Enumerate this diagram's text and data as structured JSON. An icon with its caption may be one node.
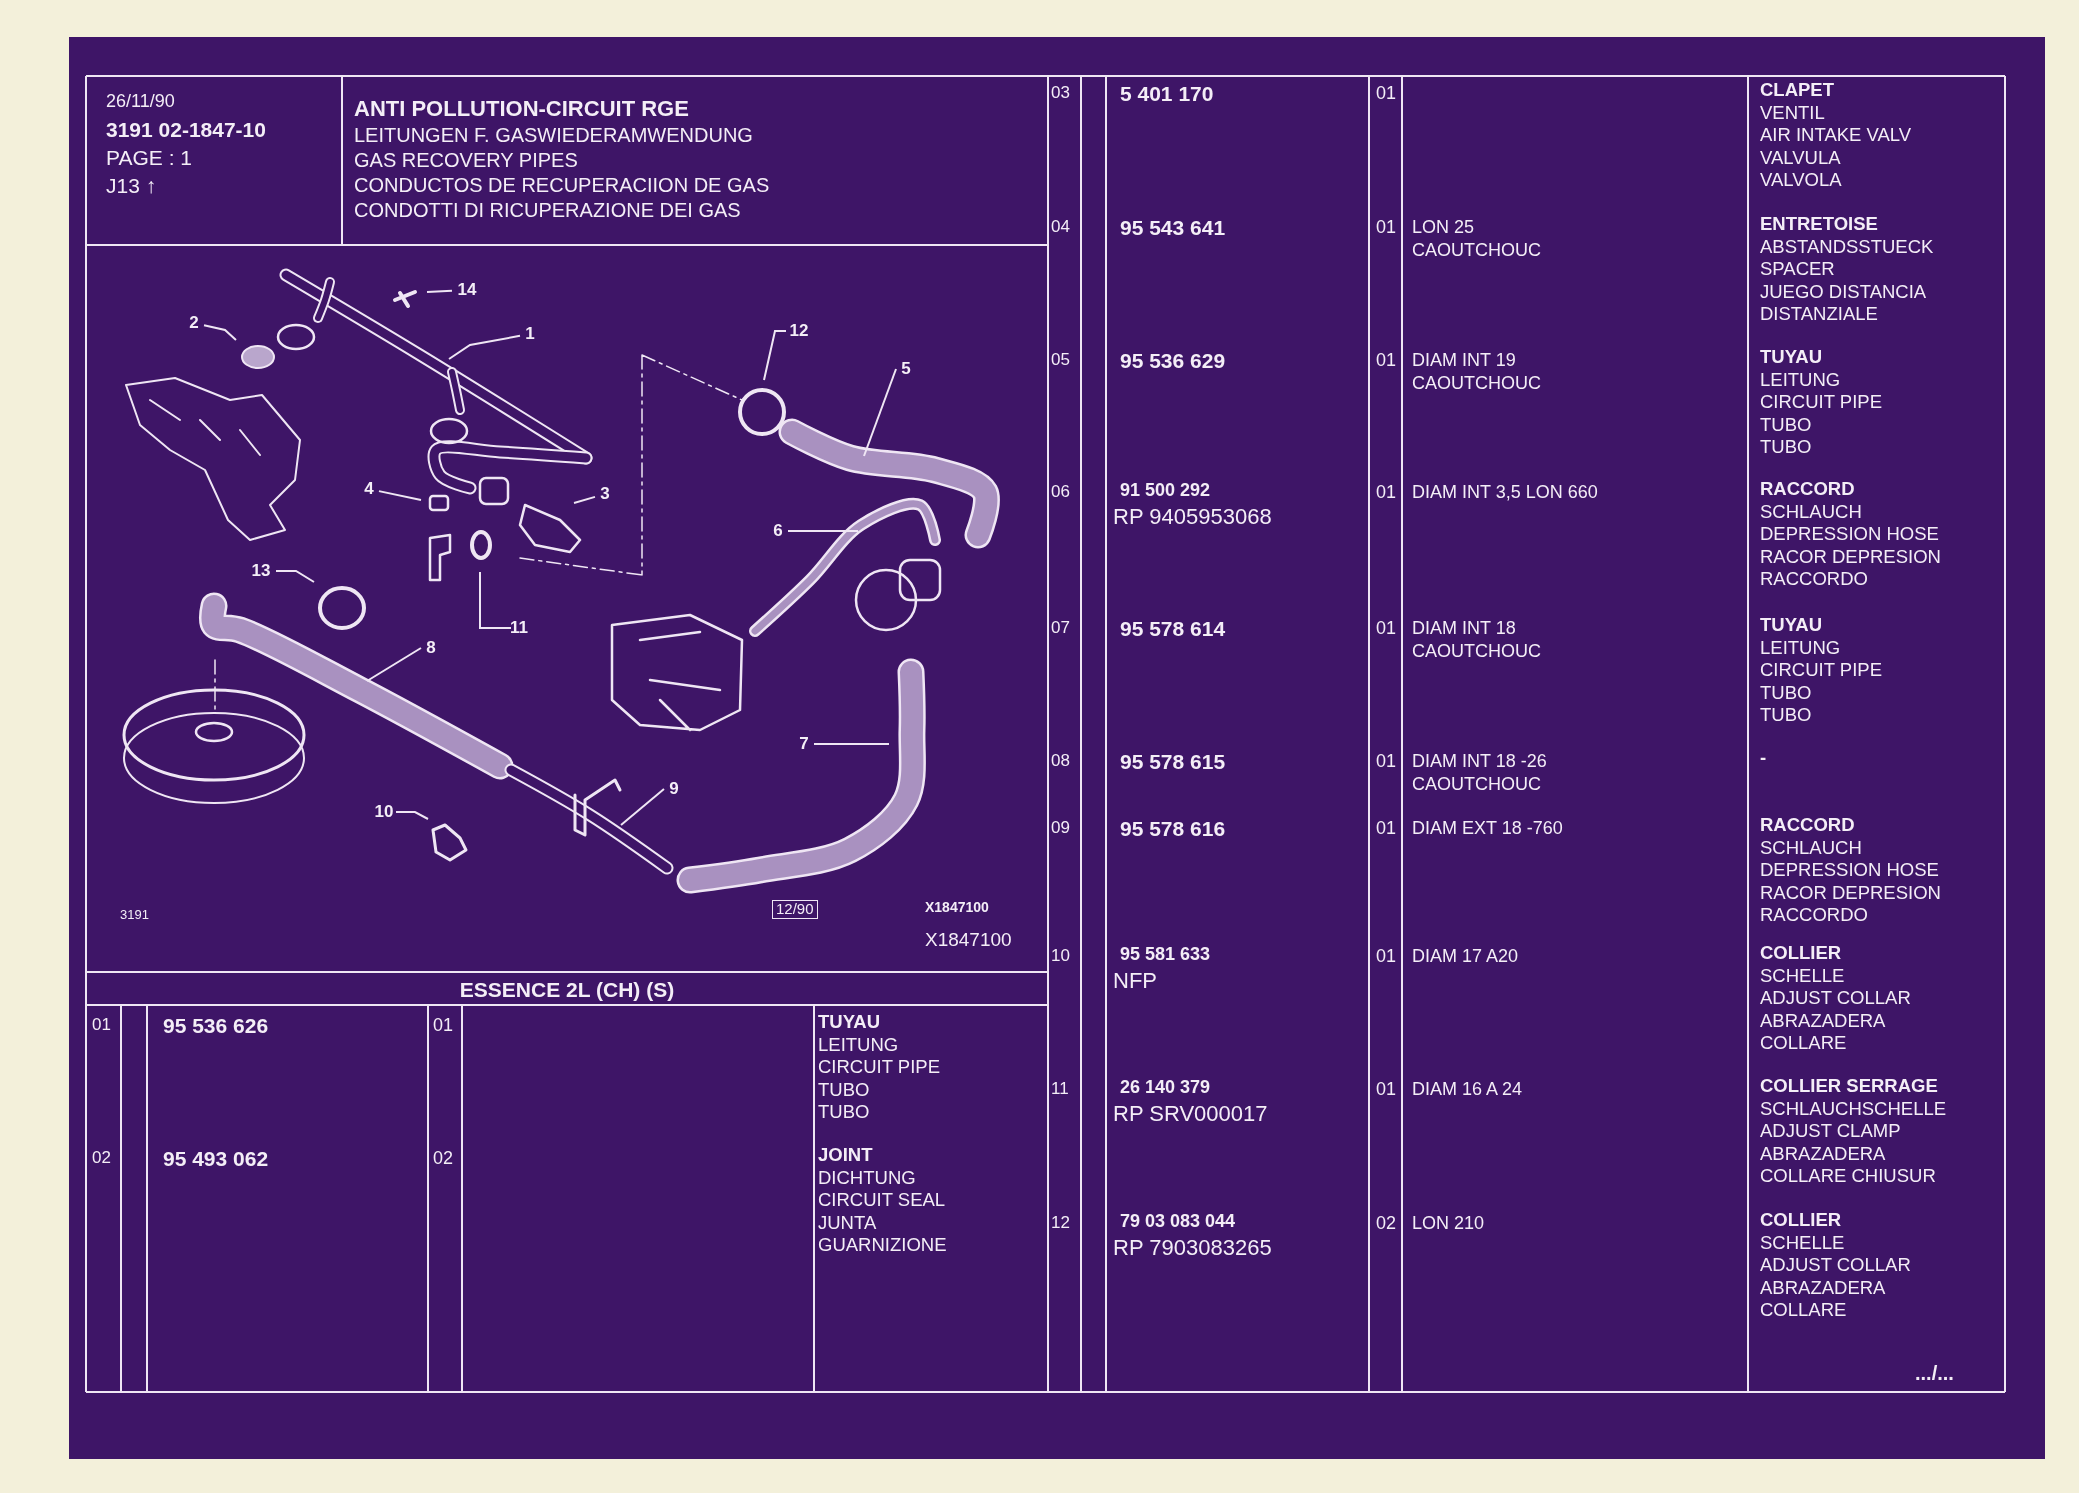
{
  "diagram": {
    "title": "ANTI POLLUTION-CIRCUIT RGE",
    "nodes": [
      {
        "text": [
          "1"
        ]
      },
      {
        "text": [
          "2"
        ]
      },
      {
        "text": [
          "3"
        ]
      },
      {
        "text": [
          "4"
        ]
      },
      {
        "text": [
          "5"
        ]
      },
      {
        "text": [
          "6"
        ]
      },
      {
        "text": [
          "7"
        ]
      },
      {
        "text": [
          "8"
        ]
      },
      {
        "text": [
          "9"
        ]
      },
      {
        "text": [
          "10"
        ]
      },
      {
        "text": [
          "11"
        ]
      },
      {
        "text": [
          "12"
        ]
      },
      {
        "text": [
          "13"
        ]
      },
      {
        "text": [
          "14"
        ]
      }
    ],
    "edges": [
      {
        "from": 0,
        "to": null,
        "arrow": "none"
      },
      {
        "from": 1,
        "to": null,
        "arrow": "none"
      },
      {
        "from": 2,
        "to": null,
        "arrow": "none"
      },
      {
        "from": 3,
        "to": null,
        "arrow": "none"
      },
      {
        "from": 4,
        "to": null,
        "arrow": "none"
      },
      {
        "from": 5,
        "to": null,
        "arrow": "none"
      },
      {
        "from": 6,
        "to": null,
        "arrow": "none"
      },
      {
        "from": 7,
        "to": null,
        "arrow": "none"
      },
      {
        "from": 8,
        "to": null,
        "arrow": "none"
      },
      {
        "from": 9,
        "to": null,
        "arrow": "none"
      },
      {
        "from": 10,
        "to": null,
        "arrow": "none"
      },
      {
        "from": 11,
        "to": null,
        "arrow": "none"
      },
      {
        "from": 12,
        "to": null,
        "arrow": "none"
      },
      {
        "from": 13,
        "to": null,
        "arrow": "none"
      }
    ],
    "labels": [
      "26/11/90",
      "3191  02-1847-10",
      "PAGE : 1",
      "J13 ↑",
      "LEITUNGEN F. GASWIEDERAMWENDUNG",
      "GAS RECOVERY PIPES",
      "CONDUCTOS DE RECUPERACIION DE GAS",
      "CONDOTTI DI RICUPERAZIONE DEI GAS",
      "3191",
      "12/90",
      "X1847100",
      "X1847100",
      "ESSENCE 2L (CH) (S)",
      "01",
      "95 536 626",
      "01",
      "TUYAU",
      "LEITUNG",
      "CIRCUIT PIPE",
      "TUBO",
      "TUBO",
      "02",
      "95 493 062",
      "02",
      "JOINT",
      "DICHTUNG",
      "CIRCUIT SEAL",
      "JUNTA",
      "GUARNIZIONE",
      "03",
      "5 401 170",
      "01",
      "CLAPET",
      "VENTIL",
      "AIR INTAKE VALV",
      "VALVULA",
      "VALVOLA",
      "04",
      "95 543 641",
      "01",
      "LON 25",
      "CAOUTCHOUC",
      "ENTRETOISE",
      "ABSTANDSSTUECK",
      "SPACER",
      "JUEGO DISTANCIA",
      "DISTANZIALE",
      "05",
      "95 536 629",
      "01",
      "DIAM INT 19",
      "CAOUTCHOUC",
      "TUYAU",
      "LEITUNG",
      "CIRCUIT PIPE",
      "TUBO",
      "TUBO",
      "06",
      "91 500 292",
      "RP  9405953068",
      "01",
      "DIAM INT 3,5 LON 660",
      "RACCORD",
      "SCHLAUCH",
      "DEPRESSION HOSE",
      "RACOR DEPRESION",
      "RACCORDO",
      "07",
      "95 578 614",
      "01",
      "DIAM INT 18",
      "CAOUTCHOUC",
      "TUYAU",
      "LEITUNG",
      "CIRCUIT PIPE",
      "TUBO",
      "TUBO",
      "08",
      "95 578 615",
      "01",
      "DIAM INT 18 -26",
      "CAOUTCHOUC",
      "-",
      "09",
      "95 578 616",
      "01",
      "DIAM EXT 18 -760",
      "RACCORD",
      "SCHLAUCH",
      "DEPRESSION HOSE",
      "RACOR DEPRESION",
      "RACCORDO",
      "10",
      "95 581 633",
      "NFP",
      "01",
      "DIAM 17 A20",
      "COLLIER",
      "SCHELLE",
      "ADJUST COLLAR",
      "ABRAZADERA",
      "COLLARE",
      "11",
      "26 140 379",
      "RP  SRV000017",
      "01",
      "DIAM 16 A 24",
      "COLLIER SERRAGE",
      "SCHLAUCHSCHELLE",
      "ADJUST CLAMP",
      "ABRAZADERA",
      "COLLARE CHIUSUR",
      "12",
      "79 03 083 044",
      "RP  7903083265",
      "02",
      "LON 210",
      "COLLIER",
      "SCHELLE",
      "ADJUST COLLAR",
      "ABRAZADERA",
      "COLLARE",
      ".../..."
    ]
  }
}
